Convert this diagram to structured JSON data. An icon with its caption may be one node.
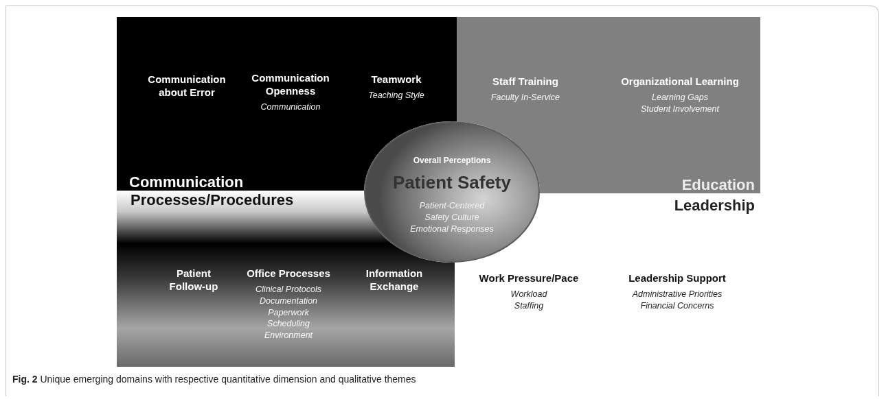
{
  "diagram": {
    "caption": "**Fig. 2** Unique emerging domains with respective quantitative dimension and qualitative themes",
    "nodes": [
      {
        "text": [
          "Communication"
        ]
      },
      {
        "text": [
          "Communication about Error"
        ],
        "in": 0
      },
      {
        "text": [
          "Communication Openness",
          "Communication"
        ],
        "in": 0
      },
      {
        "text": [
          "Teamwork",
          "Teaching Style"
        ],
        "in": 0
      },
      {
        "text": [
          "Education"
        ]
      },
      {
        "text": [
          "Staff Training",
          "Faculty In-Service"
        ],
        "in": 4
      },
      {
        "text": [
          "Organizational Learning",
          "Learning Gaps",
          "Student Involvement"
        ],
        "in": 4
      },
      {
        "text": [
          "Processes/Procedures"
        ]
      },
      {
        "text": [
          "Patient Follow-up"
        ],
        "in": 7
      },
      {
        "text": [
          "Office Processes",
          "Clinical Protocols",
          "Documentation",
          "Paperwork",
          "Scheduling",
          "Environment"
        ],
        "in": 7
      },
      {
        "text": [
          "Information Exchange"
        ],
        "in": 7
      },
      {
        "text": [
          "Leadership"
        ]
      },
      {
        "text": [
          "Work Pressure/Pace",
          "Workload",
          "Staffing"
        ],
        "in": 11
      },
      {
        "text": [
          "Leadership Support",
          "Administrative Priorities",
          "Financial Concerns"
        ],
        "in": 11
      },
      {
        "text": [
          "Overall Perceptions",
          "Patient Safety",
          "Patient-Centered",
          "Safety Culture",
          "Emotional Responses"
        ]
      }
    ]
  }
}
